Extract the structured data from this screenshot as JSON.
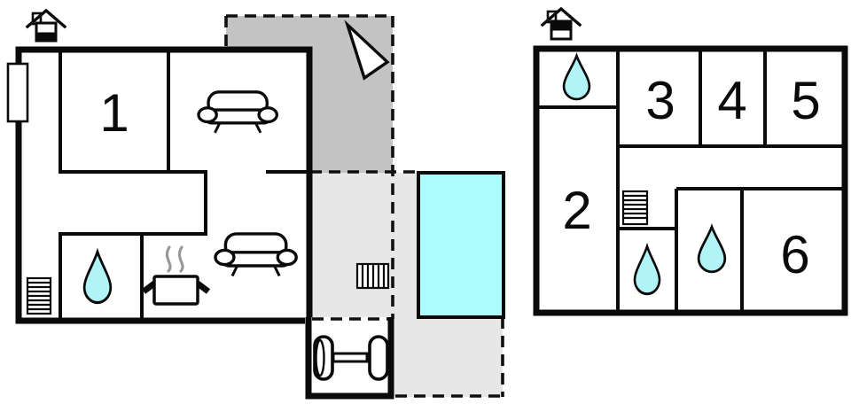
{
  "plan": {
    "type": "floor-plan",
    "rooms": {
      "r1": "1",
      "r2": "2",
      "r3": "3",
      "r4": "4",
      "r5": "5",
      "r6": "6"
    }
  },
  "colors": {
    "wall": "#0a0a0a",
    "balcony": "#c3c3c3",
    "terrace": "#e7e7e7",
    "pool": "#adfdff",
    "water_drop": "#b0f4f8",
    "steam": "#999999",
    "background": "#ffffff"
  },
  "icons": {
    "ground_floor_indicator": "house-ground-floor-icon",
    "upper_floor_indicator": "house-upper-floor-icon",
    "north": "north-arrow-icon",
    "living": "sofa-icon",
    "bathroom": "water-drop-icon",
    "kitchen": "cooking-pot-icon",
    "stairs": "stairs-icon",
    "exterior_steps": "steps-icon",
    "gym": "dumbbell-icon",
    "pool": "swimming-pool"
  }
}
